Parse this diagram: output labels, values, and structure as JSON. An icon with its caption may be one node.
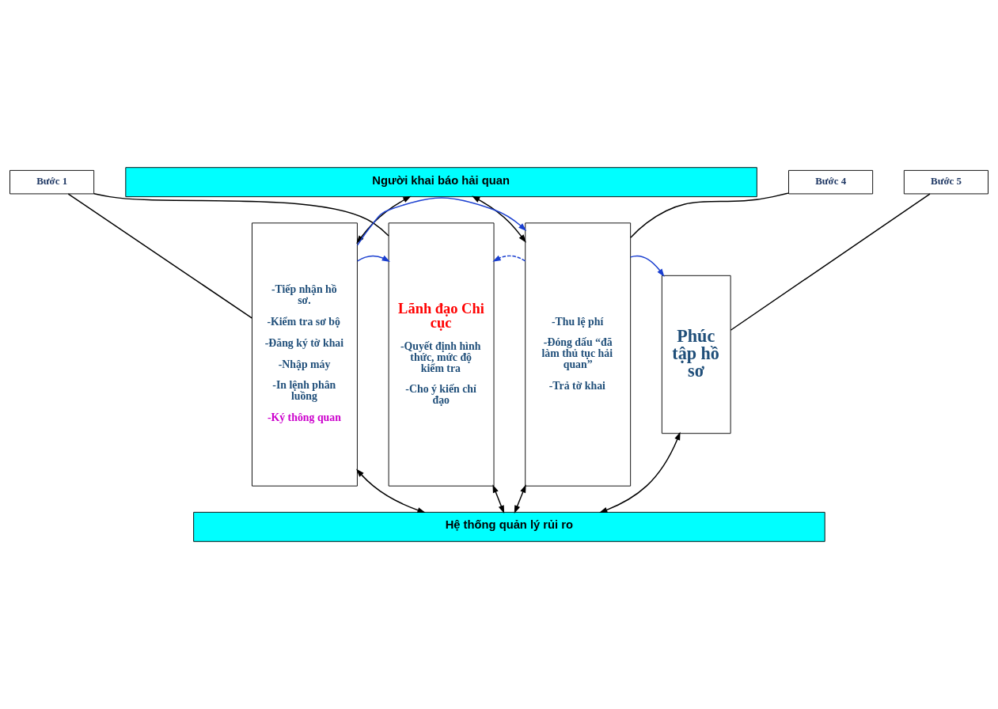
{
  "diagram": {
    "nodes": [
      {
        "text": [
          "Người khai báo hải quan"
        ]
      },
      {
        "text": [
          "Bước 1"
        ]
      },
      {
        "text": [
          "Bước 4"
        ]
      },
      {
        "text": [
          "Bước 5"
        ]
      },
      {
        "text": [
          "-Tiếp nhận hồ sơ.",
          "-Kiểm tra sơ bộ",
          "-Đăng ký tờ khai",
          "-Nhập máy",
          "-In lệnh phân luồng",
          "-Ký thông quan"
        ]
      },
      {
        "text": [
          "Lãnh đạo Chi cục",
          "-Quyết định hình thức, mức độ kiểm tra",
          "-Cho ý kiến chỉ đạo"
        ]
      },
      {
        "text": [
          "-Thu lệ phí",
          "-Đóng dấu “đã làm thủ tục hải quan”",
          "-Trả tờ khai"
        ]
      },
      {
        "text": [
          "Phúc tập hồ sơ"
        ]
      },
      {
        "text": [
          "Hệ thống quản lý rủi ro"
        ]
      }
    ],
    "edges": [
      {
        "from": 0,
        "to": 4,
        "arrow": "both"
      },
      {
        "from": 1,
        "to": 4,
        "arrow": "none"
      },
      {
        "from": 1,
        "to": 5,
        "arrow": "none"
      },
      {
        "from": 2,
        "to": 6,
        "arrow": "none"
      },
      {
        "from": 0,
        "to": 6,
        "arrow": "both"
      },
      {
        "from": 3,
        "to": 7,
        "arrow": "none"
      },
      {
        "from": 4,
        "to": 6,
        "arrow": "to",
        "color": "#1a3fd0"
      },
      {
        "from": 4,
        "to": 5,
        "arrow": "to",
        "color": "#1a3fd0"
      },
      {
        "from": 6,
        "to": 5,
        "arrow": "to",
        "style": "dashed",
        "color": "#1a3fd0"
      },
      {
        "from": 6,
        "to": 7,
        "arrow": "to",
        "color": "#1a3fd0"
      },
      {
        "from": 4,
        "to": 8,
        "arrow": "both"
      },
      {
        "from": 5,
        "to": 8,
        "arrow": "both"
      },
      {
        "from": 6,
        "to": 8,
        "arrow": "both"
      },
      {
        "from": 7,
        "to": 8,
        "arrow": "both"
      }
    ]
  }
}
